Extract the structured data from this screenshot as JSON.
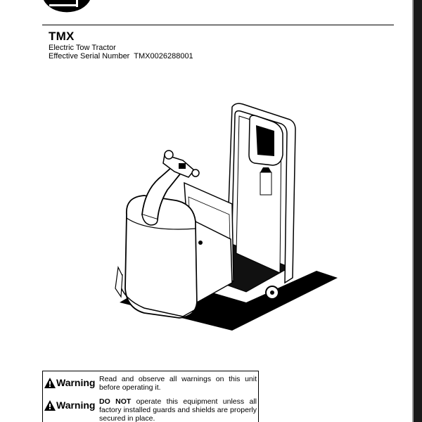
{
  "document": {
    "model": "TMX",
    "description": "Electric Tow Tractor",
    "serial_label": "Effective Serial Number",
    "serial_number": "TMX0026288001"
  },
  "warnings": [
    {
      "label": "Warning",
      "emphasis": "",
      "text": "Read and observe all warnings on this unit before operating it."
    },
    {
      "label": "Warning",
      "emphasis": "DO NOT",
      "text": " operate this equipment unless all factory installed guards and shields are properly secured in place."
    }
  ],
  "icons": {
    "logo": "brand-logo-icon",
    "warning": "warning-triangle-icon"
  },
  "colors": {
    "ink": "#000000",
    "paper": "#ffffff",
    "frame": "#1a1a1a"
  }
}
